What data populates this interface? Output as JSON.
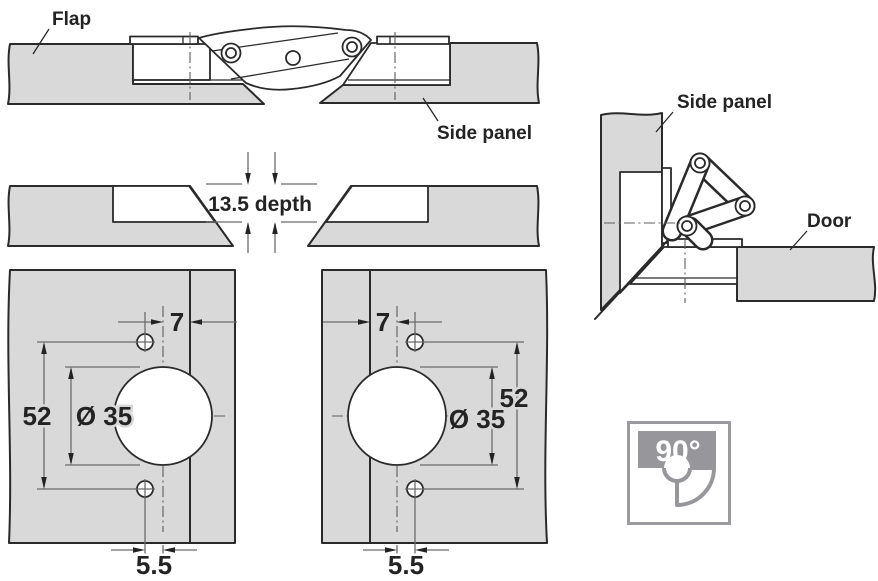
{
  "title": "Flap hinge installation drawing",
  "colors": {
    "panel_fill": "#d9d9d9",
    "outline": "#2a2a2a",
    "dimension_line": "#6a6b6e",
    "icon_gray": "#97979b",
    "background": "#ffffff"
  },
  "top_view": {
    "flap_label": "Flap",
    "side_panel_label": "Side panel"
  },
  "depth_view": {
    "depth_label": "13.5 depth"
  },
  "drill_left": {
    "edge_distance": "7",
    "row_spacing": "52",
    "cup_diameter": "Ø 35",
    "hole_offset": "5.5"
  },
  "drill_right": {
    "edge_distance": "7",
    "row_spacing": "52",
    "cup_diameter": "Ø 35",
    "hole_offset": "5.5"
  },
  "side_view": {
    "side_panel_label": "Side panel",
    "door_label": "Door"
  },
  "angle_icon": {
    "angle_label": "90°"
  }
}
